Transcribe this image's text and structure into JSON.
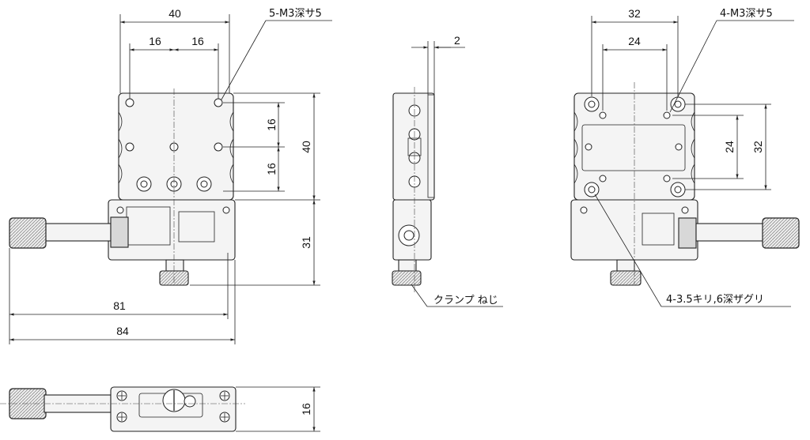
{
  "front_view": {
    "dims": {
      "width_top": "40",
      "half_left": "16",
      "half_right": "16",
      "height_top": "40",
      "pitch_upper": "16",
      "pitch_lower": "16",
      "height_base": "31",
      "overall_81": "81",
      "overall_84": "84"
    },
    "note_tapped_holes": "5-M3深サ5"
  },
  "side_view": {
    "dims": {
      "thickness": "2"
    },
    "note_clamp": "クランプ ねじ"
  },
  "bottom_view": {
    "dims": {
      "width_outer": "32",
      "width_inner": "24",
      "height_inner": "24",
      "height_outer": "32"
    },
    "note_tapped_holes": "4-M3深サ5",
    "note_counterbore": "4-3.5キリ,6深ザグリ"
  },
  "top_view": {
    "dims": {
      "height": "16"
    }
  }
}
